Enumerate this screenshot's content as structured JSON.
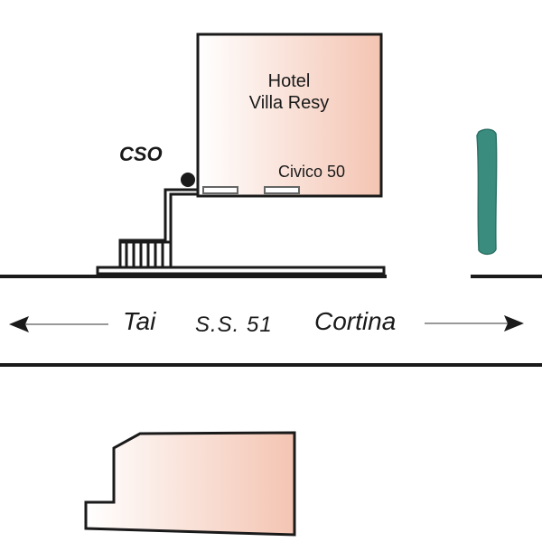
{
  "map": {
    "hotel": {
      "name_line1": "Hotel",
      "name_line2": "Villa Resy",
      "address": "Civico 50",
      "fill_gradient": [
        "#ffffff",
        "#f4c4b2"
      ]
    },
    "marker": {
      "label": "CSO"
    },
    "road": {
      "name": "S.S. 51",
      "left_destination": "Tai",
      "right_destination": "Cortina"
    },
    "tree_color": "#3a8c7e",
    "line_color": "#1a1a1a"
  }
}
